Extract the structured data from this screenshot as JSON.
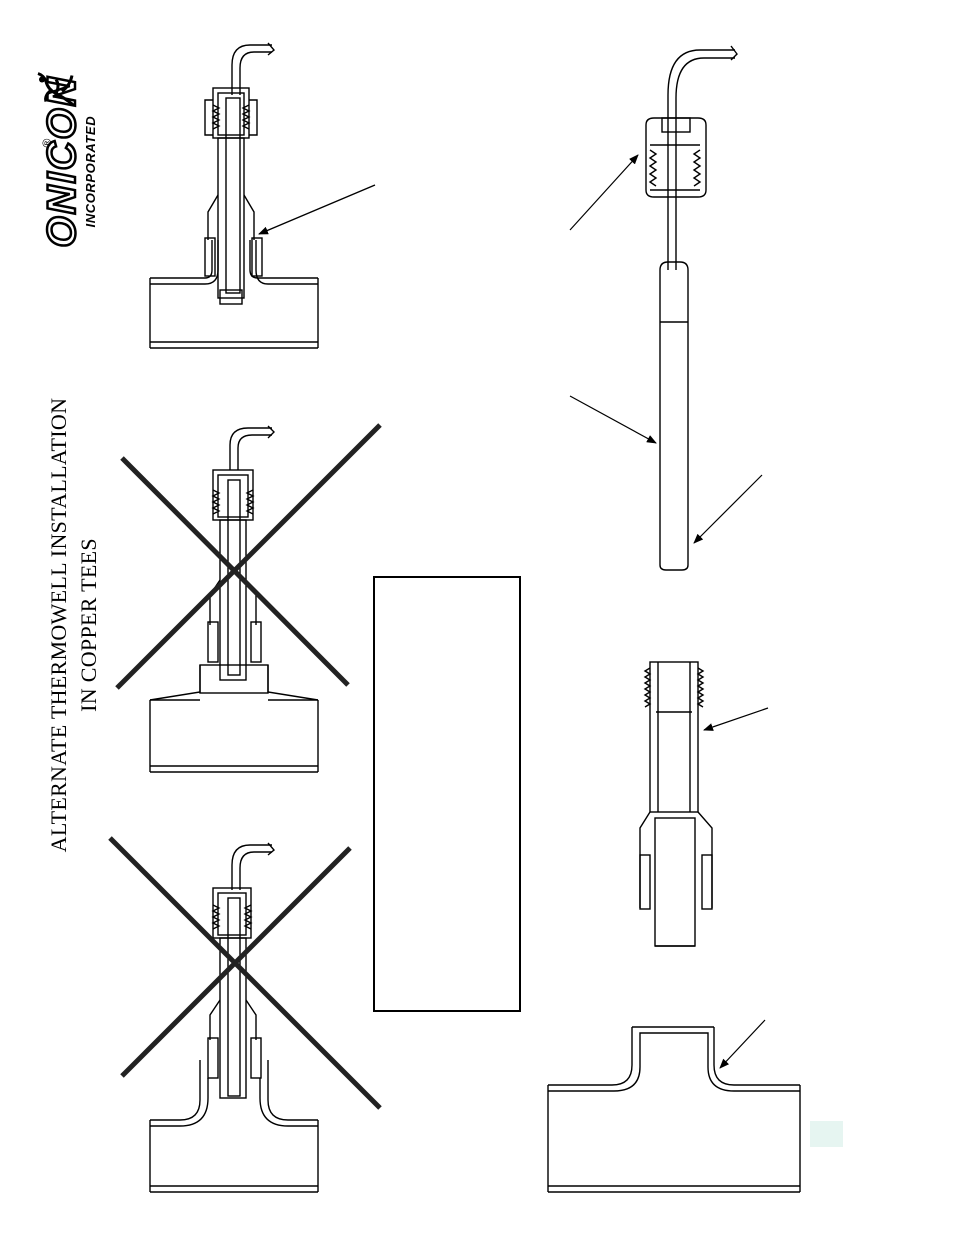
{
  "title": {
    "line1": "ALTERNATE THERMOWELL INSTALLATION",
    "line2": "IN COPPER TEES"
  },
  "logo": {
    "name": "ONICON",
    "subtitle": "INCORPORATED",
    "registered_mark": "®"
  },
  "legend_box": {
    "text": ""
  },
  "colors": {
    "line": "#000000",
    "background": "#ffffff",
    "tint": "#e6f5f1"
  },
  "icons": [
    "onicon-logo-icon",
    "cross-out-icon",
    "leader-arrow-icon"
  ]
}
